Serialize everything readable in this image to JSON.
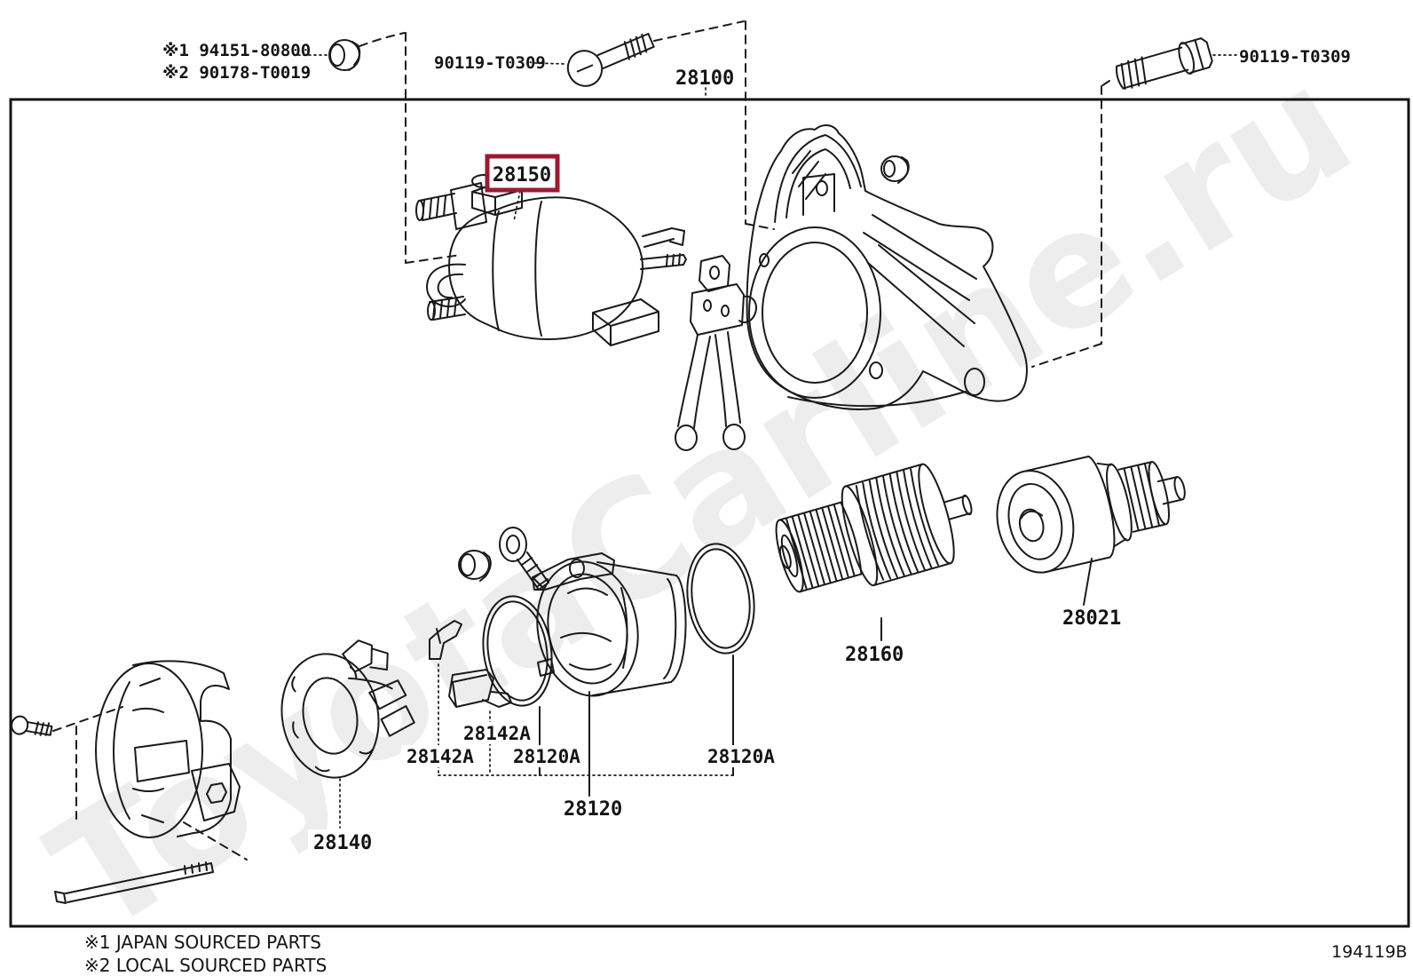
{
  "watermark": {
    "text": "ToyotaCarline.ru",
    "color": "#ededed"
  },
  "highlight": {
    "color": "#9c1b31"
  },
  "frame_code": "194119B",
  "notes": {
    "japan": "※1 JAPAN SOURCED PARTS",
    "local": "※2 LOCAL SOURCED PARTS"
  },
  "labels": {
    "ref_japan_part": "※1 94151-80800",
    "ref_local_part": "※2 90178-T0019",
    "bolt_left": "90119-T0309",
    "bolt_right": "90119-T0309",
    "starter_assembly": "28100",
    "magnet_switch": "28150",
    "starter_clutch": "28021",
    "armature": "28160",
    "yoke": "28120",
    "brush_holder": "28140",
    "oring_front": "28120A",
    "oring_rear": "28120A",
    "clip_upper": "28142A",
    "clip_lower": "28142A"
  }
}
